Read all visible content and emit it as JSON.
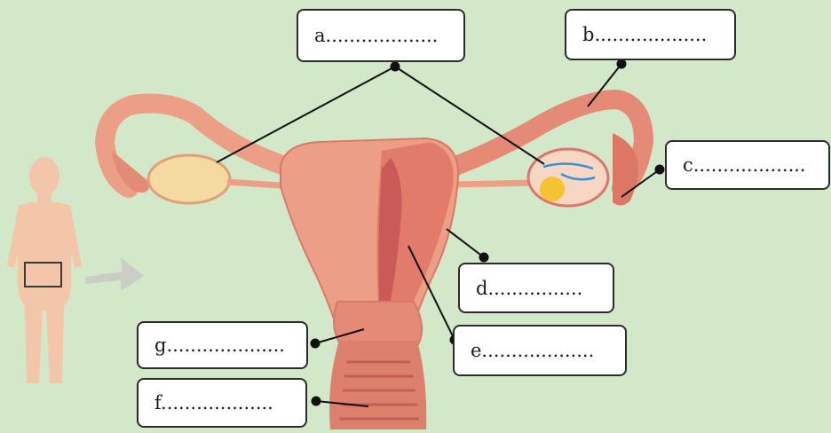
{
  "diagram": {
    "labels": {
      "a": "a...................",
      "b": "b...................",
      "c": "c...................",
      "d": "d................",
      "e": "e...................",
      "f": "f...................",
      "g": "g...................."
    },
    "colors": {
      "background": "#d3e8c8",
      "tissue": "#ec9f86",
      "tissue_dark": "#d9786a",
      "silhouette": "#f3c6aa",
      "ovary": "#f4d9a0",
      "follicle": "#f5c232",
      "vessel": "#3a8fd6",
      "arrow": "#c7c7c7",
      "leader": "#111111"
    }
  }
}
